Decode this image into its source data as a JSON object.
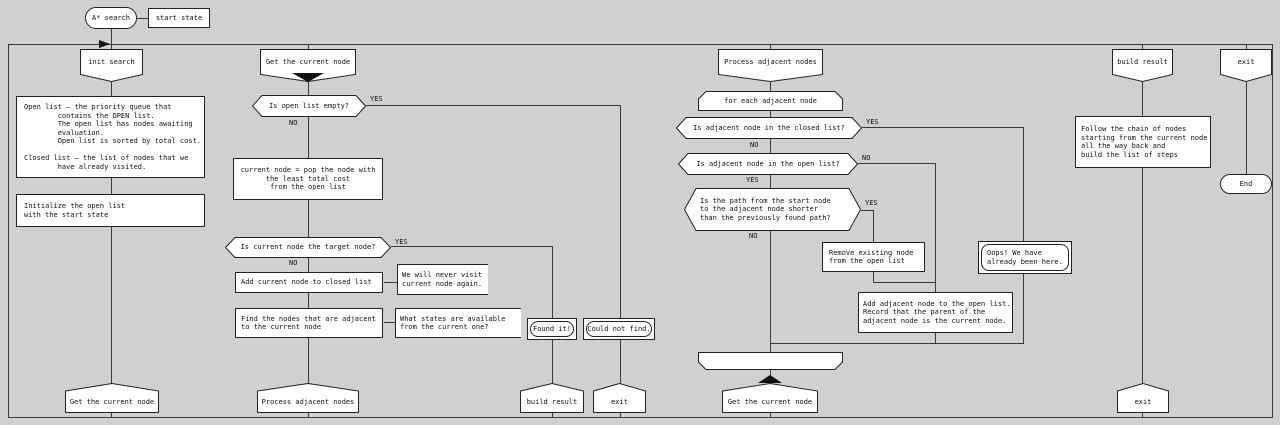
{
  "meta": {
    "background_color": "#d0d0d0",
    "shape_fill": "#ffffff",
    "line_color": "#3a3a3a"
  },
  "labels": {
    "yes": "YES",
    "no": "NO"
  },
  "start": {
    "terminator": "A* search",
    "param": "start state"
  },
  "tabs": {
    "init": "init search",
    "get_current": "Get the current node",
    "process": "Process adjacent nodes",
    "build": "build result",
    "exit": "exit"
  },
  "init_col": {
    "notes": "Open list – the priority queue that\n        contains the OPEN list.\n        The open list has nodes awaiting\n        evaluation.\n        Open list is sorted by total cost.\n\nClosed list – the list of nodes that we\n        have already visited.",
    "action": "Initialize the open list\nwith the start state",
    "address": "Get the current node"
  },
  "get_col": {
    "q_empty": "Is open list empty?",
    "action_pop": "current node = pop the node with\nthe least total cost\nfrom the open list",
    "q_target": "Is current node the target node?",
    "action_closed": "Add current node to closed list",
    "comment_never": "We will never visit\ncurrent node again.",
    "action_find": "Find the nodes that are adjacent\nto the current node",
    "comment_states": "What states are available\nfrom the current one?",
    "comment_found": "Found it!",
    "comment_notfound": "Could not find.",
    "address_build": "build result",
    "address_exit": "exit",
    "address_process": "Process adjacent nodes"
  },
  "process_col": {
    "loop_start": "for each adjacent node",
    "q_closed": "Is adjacent node in the closed list?",
    "q_open": "Is adjacent node in the open list?",
    "q_path": "Is the path from the start node\nto the adjacent node shorter\nthan the previously found path?",
    "action_remove": "Remove existing node\nfrom the open list",
    "comment_oops": "Oops! We have\nalready been here.",
    "action_add": "Add adjacent node to the open list.\nRecord that the parent of the\nadjacent node is the current node.",
    "address_get": "Get the current node"
  },
  "build_col": {
    "action_follow": "Follow the chain of nodes\nstarting from the current node\nall the way back and\nbuild the list of steps",
    "address_exit": "exit"
  },
  "exit_col": {
    "end": "End"
  }
}
